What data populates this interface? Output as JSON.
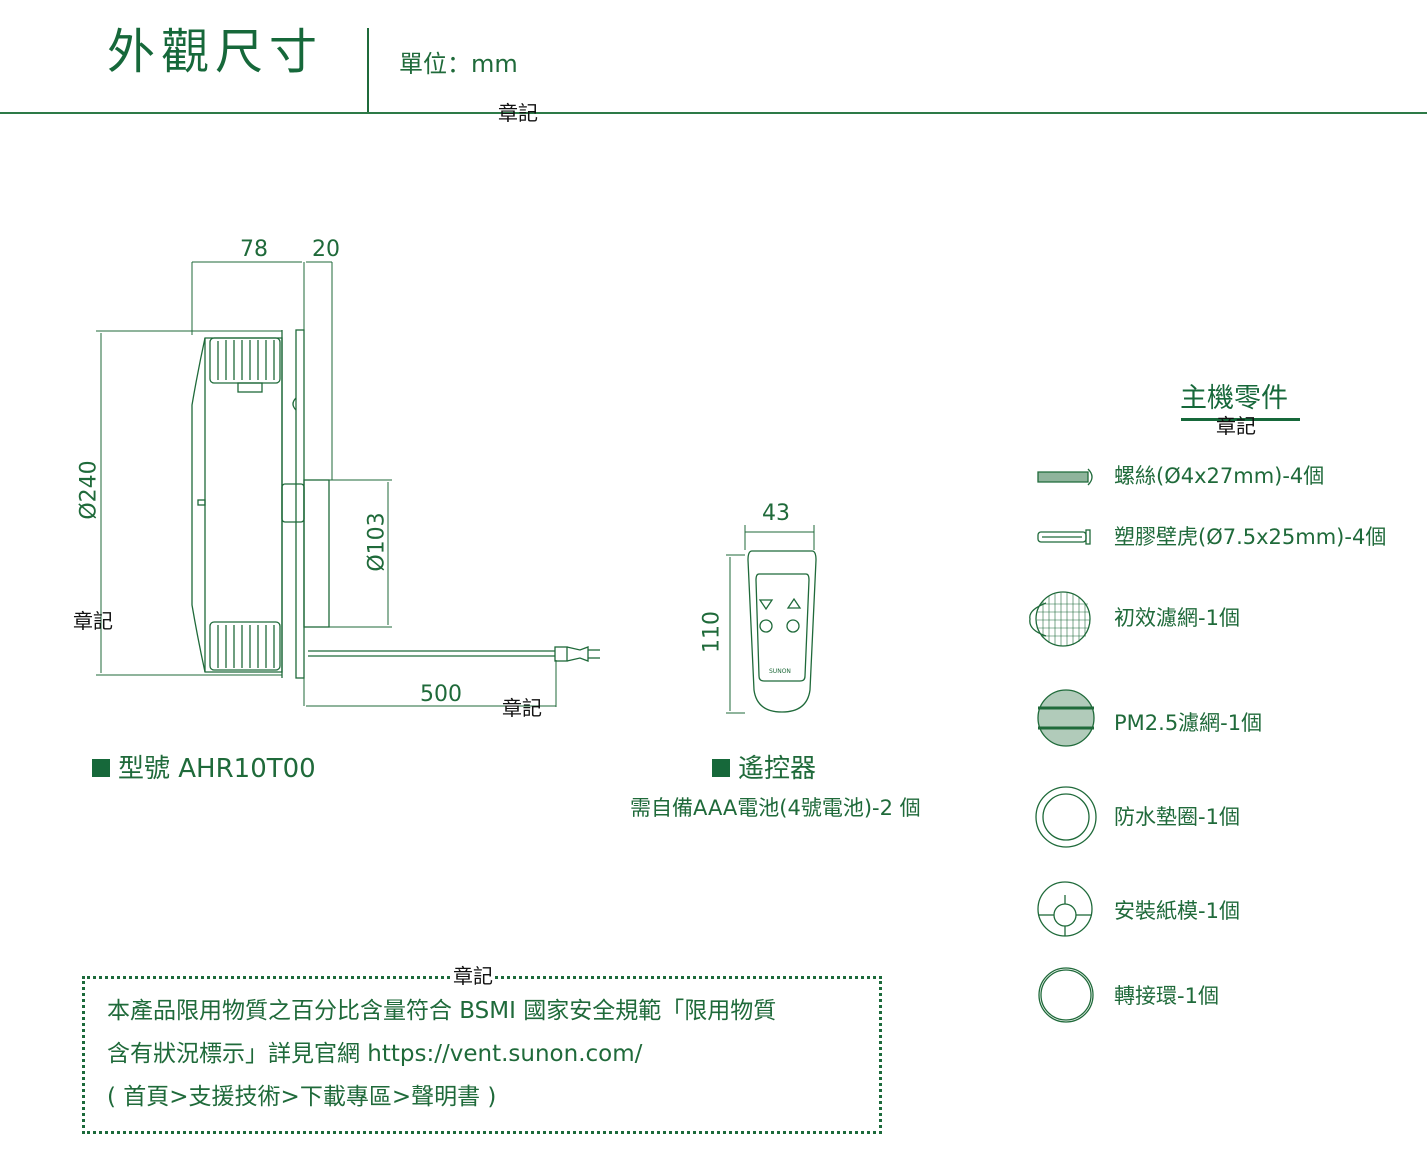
{
  "header": {
    "title": "外觀尺寸",
    "unit_label": "單位：mm"
  },
  "stamp_text": "章記",
  "main_unit": {
    "dimensions": {
      "depth_body": "78",
      "depth_front": "20",
      "diameter_body": "Ø240",
      "diameter_duct": "Ø103",
      "cord_length": "500"
    },
    "caption": "型號 AHR10T00"
  },
  "remote": {
    "dimensions": {
      "width": "43",
      "height": "110"
    },
    "brand_text": "SUNON",
    "caption": "遙控器",
    "note": "需自備AAA電池(4號電池)-2 個"
  },
  "parts": {
    "title": "主機零件",
    "items": [
      {
        "icon": "screw-icon",
        "label": "螺絲(Ø4x27mm)-4個"
      },
      {
        "icon": "wall-anchor-icon",
        "label": "塑膠壁虎(Ø7.5x25mm)-4個"
      },
      {
        "icon": "primary-filter-icon",
        "label": "初效濾網-1個"
      },
      {
        "icon": "pm25-filter-icon",
        "label": "PM2.5濾網-1個"
      },
      {
        "icon": "waterproof-gasket-icon",
        "label": "防水墊圈-1個"
      },
      {
        "icon": "install-template-icon",
        "label": "安裝紙模-1個"
      },
      {
        "icon": "adapter-ring-icon",
        "label": "轉接環-1個"
      }
    ]
  },
  "notice": {
    "line1": "本產品限用物質之百分比含量符合 BSMI 國家安全規範「限用物質",
    "line2": "含有狀況標示」詳見官網 https://vent.sunon.com/",
    "line3": "( 首頁>支援技術>下載專區>聲明書 )"
  },
  "colors": {
    "brand_green": "#16683a",
    "line_green": "#2d7a47"
  }
}
